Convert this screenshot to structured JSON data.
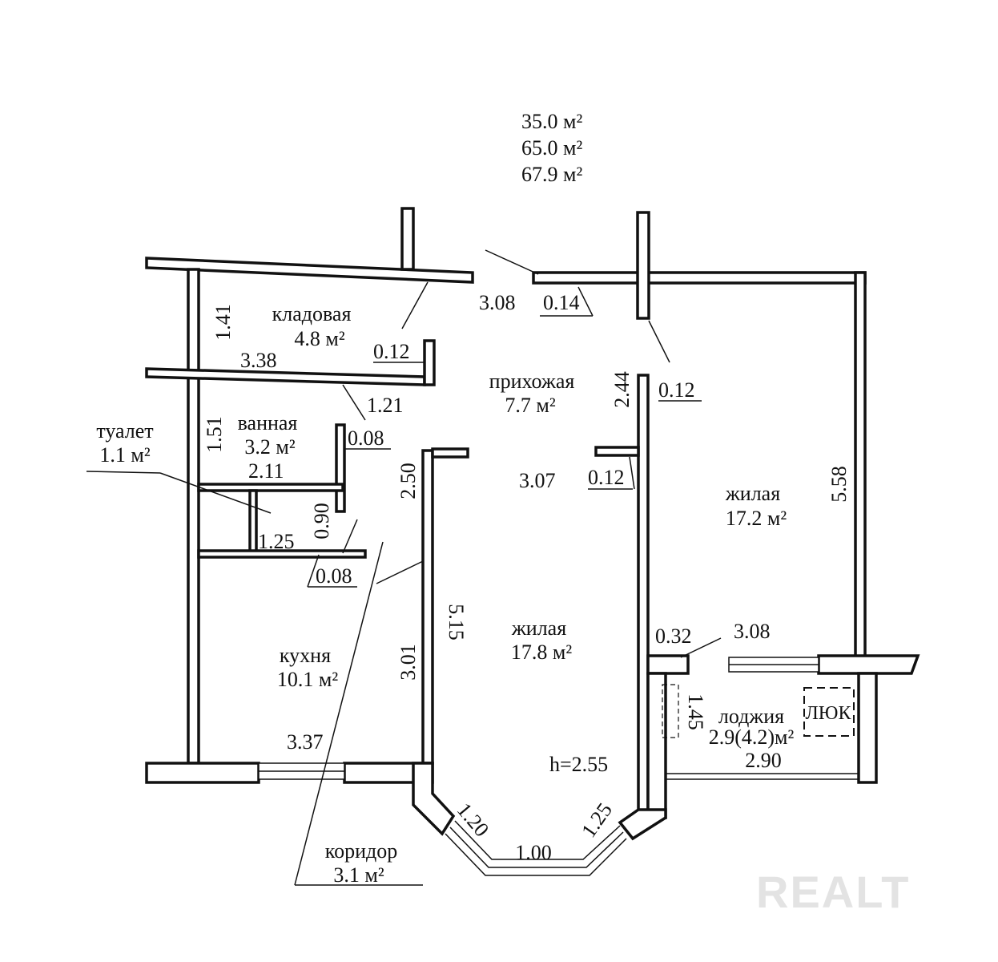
{
  "areas": {
    "living": "35.0 м²",
    "usable": "65.0 м²",
    "total": "67.9 м²"
  },
  "rooms": {
    "storage": {
      "name": "кладовая",
      "area": "4.8 м²"
    },
    "hall": {
      "name": "прихожая",
      "area": "7.7 м²"
    },
    "bath": {
      "name": "ванная",
      "area": "3.2 м²"
    },
    "toilet": {
      "name": "туалет",
      "area": "1.1 м²"
    },
    "living_right": {
      "name": "жилая",
      "area": "17.2 м²"
    },
    "living_center": {
      "name": "жилая",
      "area": "17.8 м²"
    },
    "kitchen": {
      "name": "кухня",
      "area": "10.1 м²"
    },
    "loggia": {
      "name": "лоджия",
      "area": "2.9(4.2)м²"
    },
    "corridor": {
      "name": "коридор",
      "area": "3.1 м²"
    }
  },
  "hatch": "ЛЮК",
  "ceiling_height": "h=2.55",
  "dims": {
    "d_1_41": "1.41",
    "d_3_38": "3.38",
    "d_0_12_a": "0.12",
    "d_1_21": "1.21",
    "d_3_08_top": "3.08",
    "d_0_14": "0.14",
    "d_2_44": "2.44",
    "d_0_12_b": "0.12",
    "d_1_51": "1.51",
    "d_0_08_a": "0.08",
    "d_2_11": "2.11",
    "d_2_50": "2.50",
    "d_3_07": "3.07",
    "d_0_12_c": "0.12",
    "d_5_58": "5.58",
    "d_0_90": "0.90",
    "d_1_25": "1.25",
    "d_0_08_b": "0.08",
    "d_5_15": "5.15",
    "d_3_01": "3.01",
    "d_0_32": "0.32",
    "d_3_08_right": "3.08",
    "d_1_45": "1.45",
    "d_2_90": "2.90",
    "d_3_37": "3.37",
    "d_1_20": "1.20",
    "d_1_00": "1.00",
    "d_1_25_bay": "1.25"
  },
  "watermark": "REALT"
}
